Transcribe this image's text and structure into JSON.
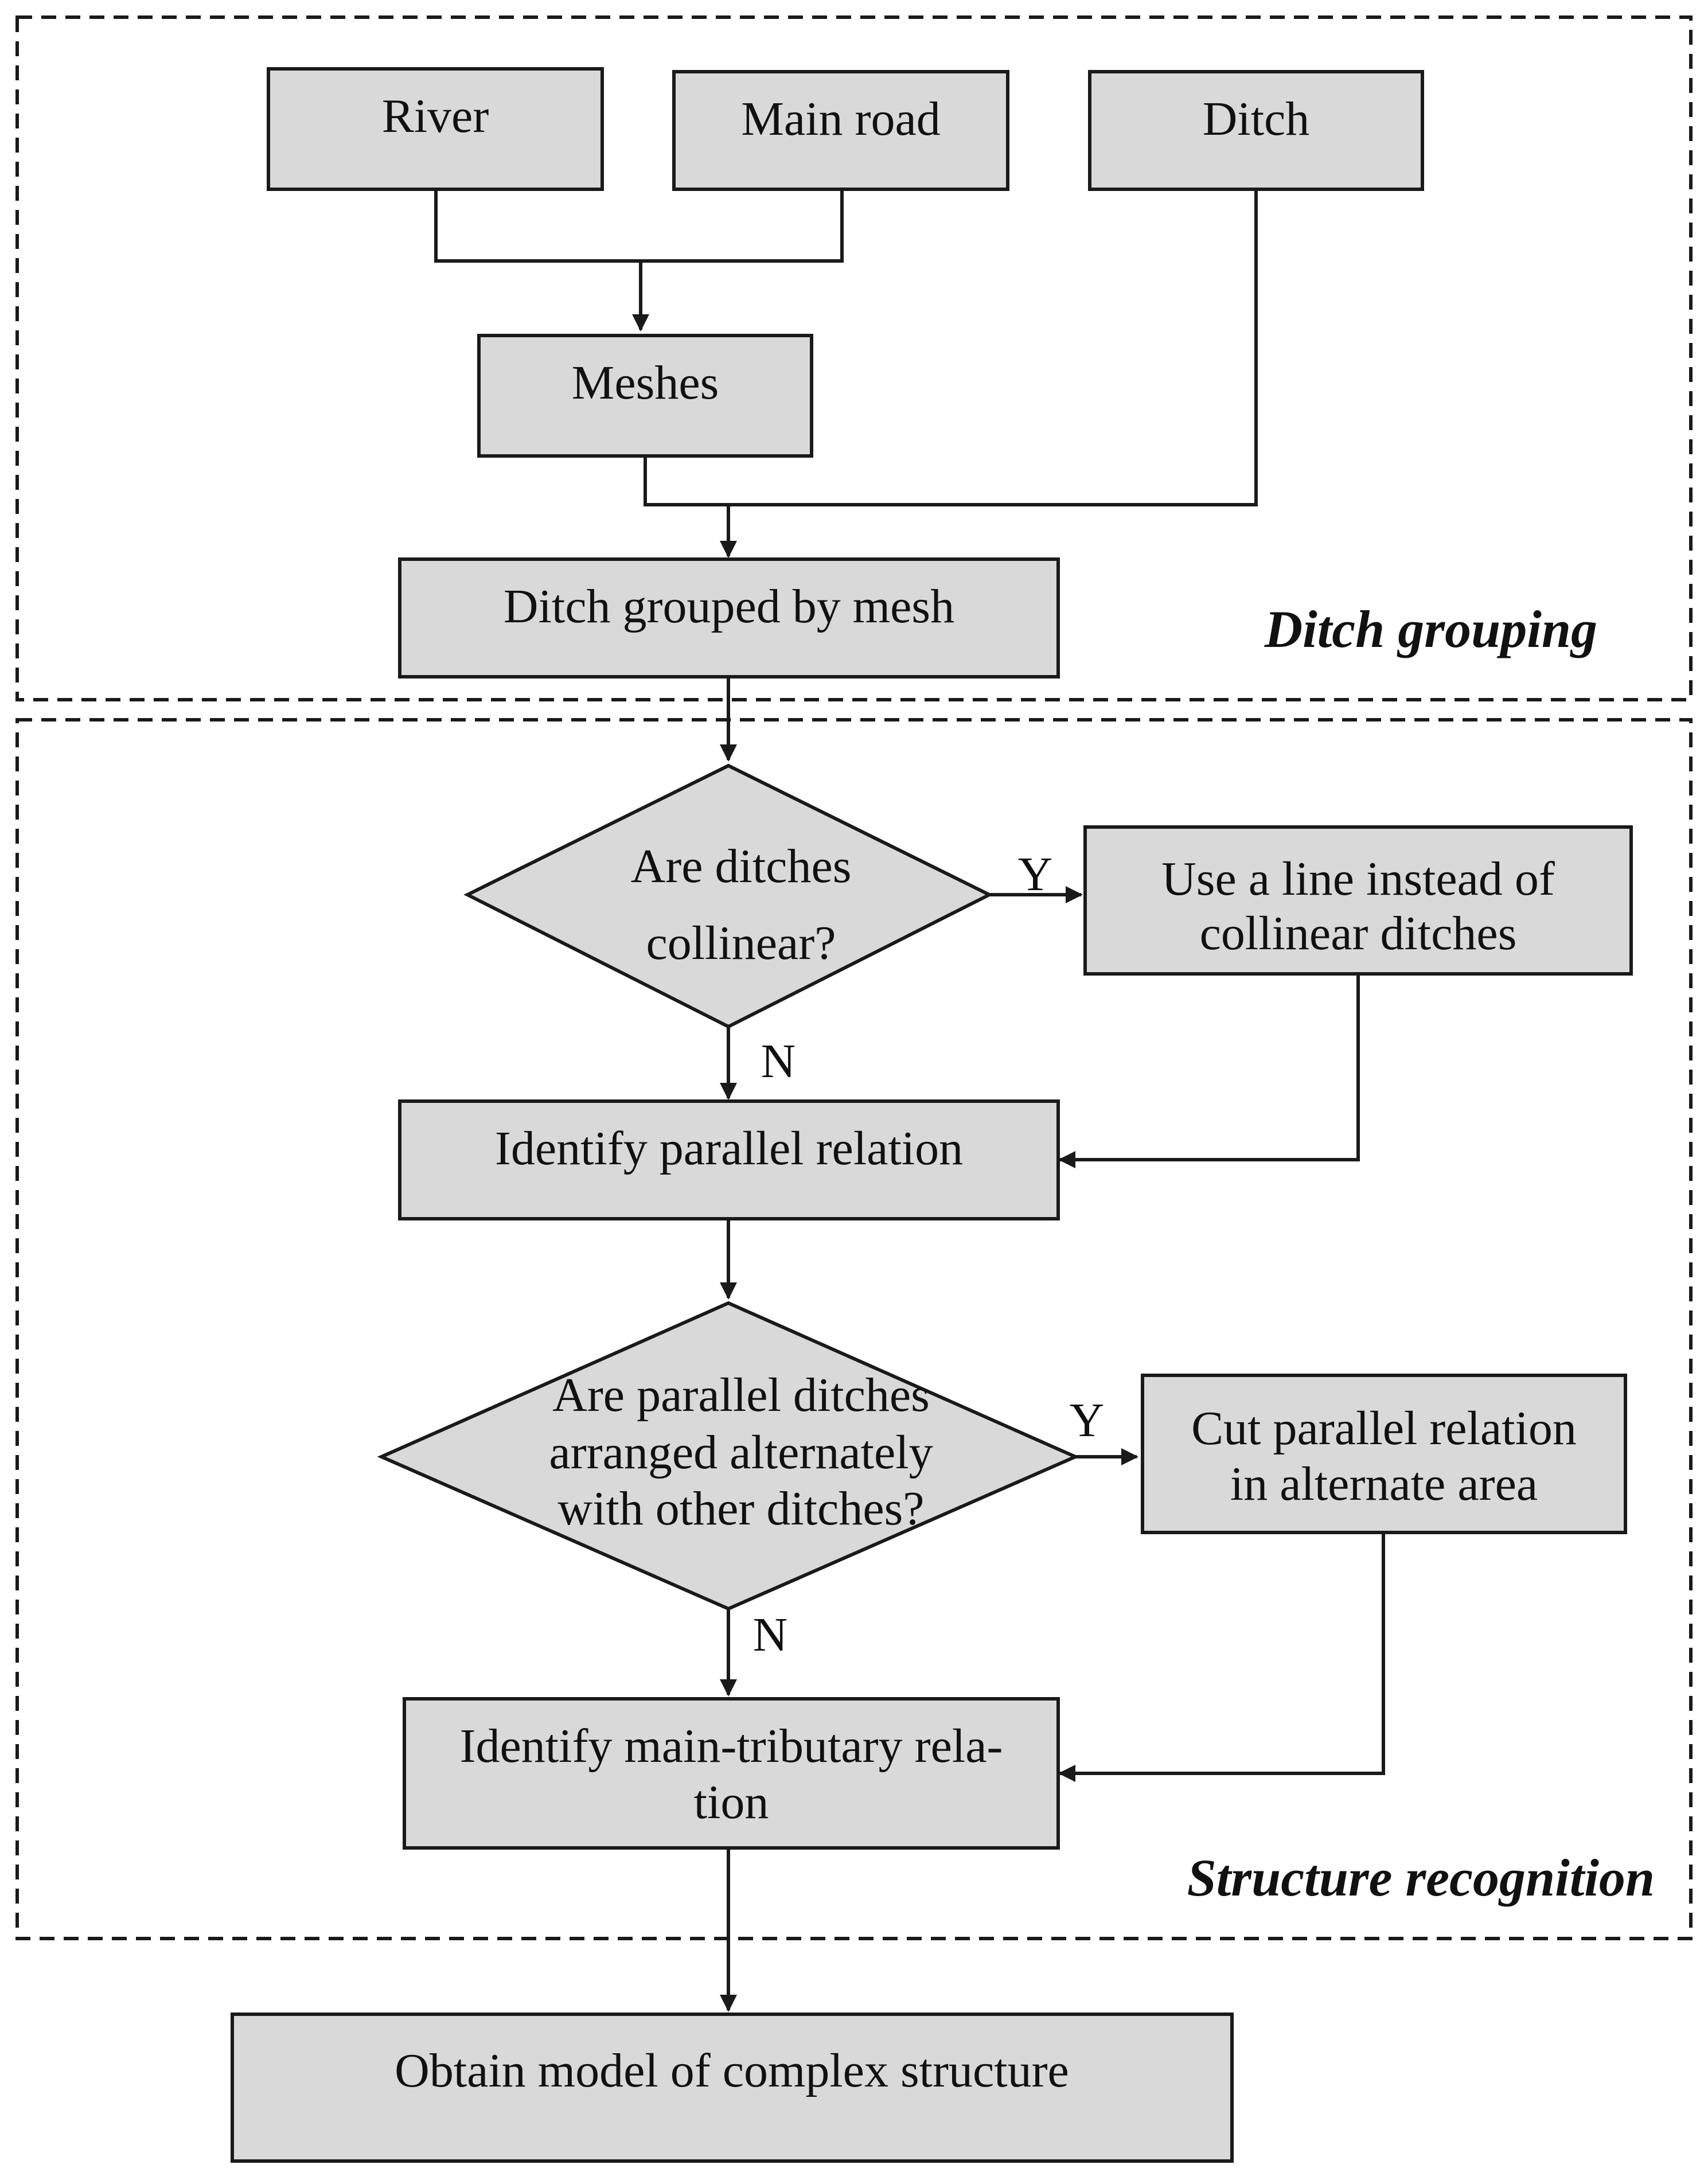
{
  "regions": {
    "ditch_grouping": "Ditch grouping",
    "structure_recognition": "Structure recognition"
  },
  "nodes": {
    "river": "River",
    "main_road": "Main road",
    "ditch": "Ditch",
    "meshes": "Meshes",
    "ditch_grouped": "Ditch grouped by mesh",
    "q_collinear": [
      "Are ditches",
      "collinear?"
    ],
    "use_line": [
      "Use a line instead of",
      "collinear ditches"
    ],
    "identify_parallel": "Identify parallel relation",
    "q_alternate": [
      "Are parallel ditches",
      "arranged alternately",
      "with other ditches?"
    ],
    "cut_parallel": [
      "Cut parallel relation",
      "in alternate area"
    ],
    "identify_main": [
      "Identify main-tributary rela-",
      "tion"
    ],
    "obtain_model": "Obtain model of complex structure"
  },
  "edge_labels": {
    "collinear_yes": "Y",
    "collinear_no": "N",
    "alternate_yes": "Y",
    "alternate_no": "N"
  },
  "colors": {
    "box_fill": "#d9d9d9",
    "stroke": "#1a1a1a"
  }
}
